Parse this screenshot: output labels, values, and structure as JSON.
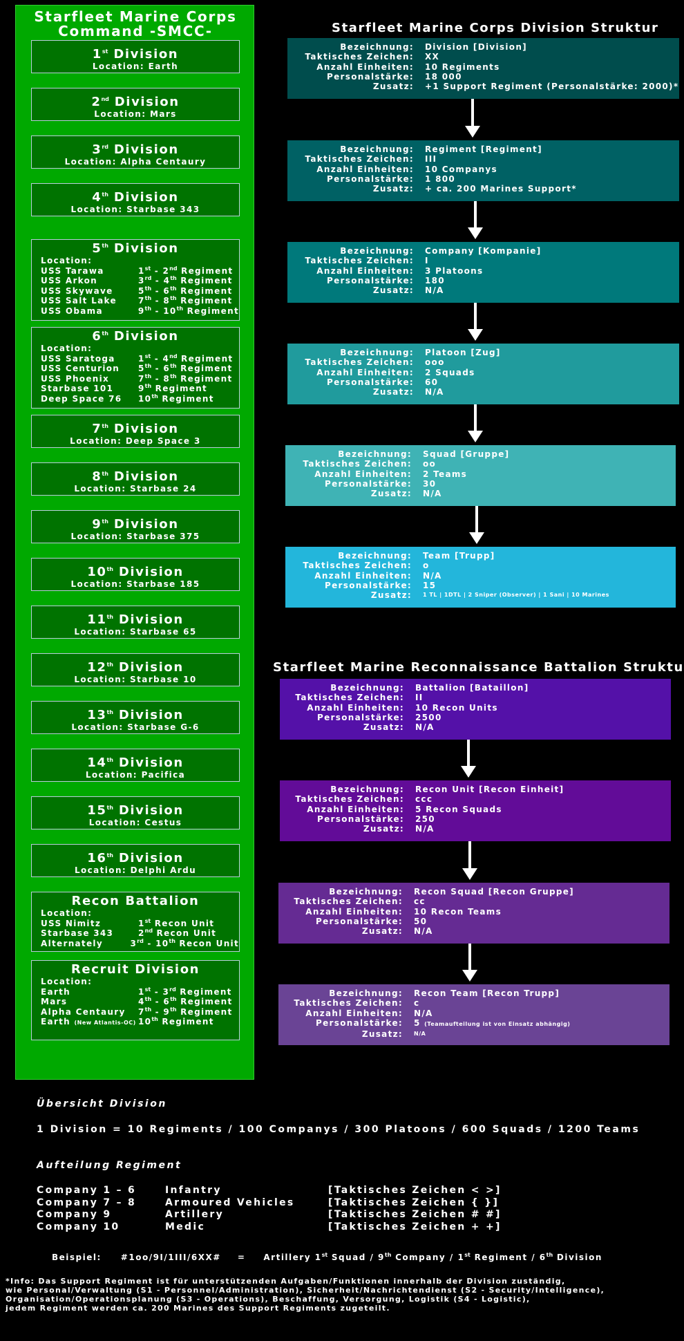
{
  "left": {
    "title_line1": "Starfleet Marine Corps",
    "title_line2": "Command -SMCC-",
    "divisions": [
      {
        "num": "1",
        "suf": "st",
        "word": "Division",
        "loc": "Location: Earth"
      },
      {
        "num": "2",
        "suf": "nd",
        "word": "Division",
        "loc": "Location: Mars"
      },
      {
        "num": "3",
        "suf": "rd",
        "word": "Division",
        "loc": "Location: Alpha Centaury"
      },
      {
        "num": "4",
        "suf": "th",
        "word": "Division",
        "loc": "Location: Starbase 343"
      },
      {
        "num": "7",
        "suf": "th",
        "word": "Division",
        "loc": "Location: Deep Space 3"
      },
      {
        "num": "8",
        "suf": "th",
        "word": "Division",
        "loc": "Location: Starbase 24"
      },
      {
        "num": "9",
        "suf": "th",
        "word": "Division",
        "loc": "Location: Starbase 375"
      },
      {
        "num": "10",
        "suf": "th",
        "word": "Division",
        "loc": "Location: Starbase 185"
      },
      {
        "num": "11",
        "suf": "th",
        "word": "Division",
        "loc": "Location: Starbase 65"
      },
      {
        "num": "12",
        "suf": "th",
        "word": "Division",
        "loc": "Location: Starbase 10"
      },
      {
        "num": "13",
        "suf": "th",
        "word": "Division",
        "loc": "Location: Starbase G-6"
      },
      {
        "num": "14",
        "suf": "th",
        "word": "Division",
        "loc": "Location: Pacifica"
      },
      {
        "num": "15",
        "suf": "th",
        "word": "Division",
        "loc": "Location: Cestus"
      },
      {
        "num": "16",
        "suf": "th",
        "word": "Division",
        "loc": "Location: Delphi Ardu"
      }
    ],
    "div5": {
      "num": "5",
      "suf": "th",
      "word": "Division",
      "loc_label": "Location:",
      "rows": [
        {
          "place": "USS Tarawa",
          "a": "1",
          "as": "st",
          "b": " - 2",
          "bs": "nd",
          "c": " Regiment"
        },
        {
          "place": "USS Arkon",
          "a": "3",
          "as": "rd",
          "b": " - 4",
          "bs": "th",
          "c": " Regiment"
        },
        {
          "place": "USS Skywave",
          "a": "5",
          "as": "th",
          "b": " - 6",
          "bs": "th",
          "c": " Regiment"
        },
        {
          "place": "USS Salt Lake",
          "a": "7",
          "as": "th",
          "b": " - 8",
          "bs": "th",
          "c": " Regiment"
        },
        {
          "place": "USS Obama",
          "a": "9",
          "as": "th",
          "b": " - 10",
          "bs": "th",
          "c": " Regiment"
        }
      ]
    },
    "div6": {
      "num": "6",
      "suf": "th",
      "word": "Division",
      "loc_label": "Location:",
      "rows": [
        {
          "place": "USS Saratoga",
          "a": "1",
          "as": "st",
          "b": " - 4",
          "bs": "nd",
          "c": " Regiment"
        },
        {
          "place": "USS Centurion",
          "a": "5",
          "as": "th",
          "b": " - 6",
          "bs": "th",
          "c": " Regiment"
        },
        {
          "place": "USS Phoenix",
          "a": "7",
          "as": "th",
          "b": " - 8",
          "bs": "th",
          "c": " Regiment"
        },
        {
          "place": "Starbase 101",
          "a": "9",
          "as": "th",
          "b": "",
          "bs": "",
          "c": " Regiment"
        },
        {
          "place": "Deep Space 76",
          "a": "10",
          "as": "th",
          "b": "",
          "bs": "",
          "c": " Regiment"
        }
      ]
    },
    "recon": {
      "title": "Recon Battalion",
      "loc_label": "Location:",
      "rows": [
        {
          "place": "USS Nimitz",
          "a": "1",
          "as": "st",
          "b": "",
          "bs": "",
          "c": " Recon Unit"
        },
        {
          "place": "Starbase 343",
          "a": "2",
          "as": "nd",
          "b": "",
          "bs": "",
          "c": " Recon Unit"
        },
        {
          "place": "Alternately",
          "a": "3",
          "as": "rd",
          "b": " - 10",
          "bs": "th",
          "c": " Recon Unit"
        }
      ]
    },
    "recruit": {
      "title": "Recruit Division",
      "loc_label": "Location:",
      "rows": [
        {
          "place": "Earth",
          "small": "",
          "a": "1",
          "as": "st",
          "b": " - 3",
          "bs": "rd",
          "c": " Regiment"
        },
        {
          "place": "Mars",
          "small": "",
          "a": "4",
          "as": "th",
          "b": " - 6",
          "bs": "th",
          "c": " Regiment"
        },
        {
          "place": "Alpha Centaury",
          "small": "",
          "a": "7",
          "as": "th",
          "b": " - 9",
          "bs": "th",
          "c": " Regiment"
        },
        {
          "place": "Earth ",
          "small": "(New Atlantis-OC)",
          "a": "10",
          "as": "th",
          "b": "",
          "bs": "",
          "c": " Regiment"
        }
      ]
    }
  },
  "labels": {
    "bez": "Bezeichnung:",
    "tak": "Taktisches Zeichen:",
    "anz": "Anzahl Einheiten:",
    "per": "Personalstärke:",
    "zus": "Zusatz:"
  },
  "smc": {
    "title": "Starfleet Marine Corps Division Struktur",
    "blocks": [
      {
        "bez": "Division [Division]",
        "tak": "XX",
        "anz": "10 Regiments",
        "per": "18 000",
        "zus": "+1 Support Regiment (Personalstärke: 2000)*",
        "color": "#004d4d"
      },
      {
        "bez": "Regiment [Regiment]",
        "tak": "III",
        "anz": "10 Companys",
        "per": "1 800",
        "zus": "+ ca. 200 Marines Support*",
        "color": "#006164"
      },
      {
        "bez": "Company [Kompanie]",
        "tak": "I",
        "anz": "3 Platoons",
        "per": "180",
        "zus": "N/A",
        "color": "#00797b"
      },
      {
        "bez": "Platoon [Zug]",
        "tak": "ooo",
        "anz": "2 Squads",
        "per": "60",
        "zus": "N/A",
        "color": "#209b9d"
      },
      {
        "bez": "Squad [Gruppe]",
        "tak": "oo",
        "anz": "2 Teams",
        "per": "30",
        "zus": "N/A",
        "color": "#3fb3b5"
      },
      {
        "bez": "Team [Trupp]",
        "tak": "o",
        "anz": "N/A",
        "per": "15",
        "zus": "1 TL | 1DTL | 2 Sniper (Observer) | 1 Sani | 10 Marines",
        "color": "#23b6db"
      }
    ]
  },
  "recon_struct": {
    "title": "Starfleet Marine Reconnaissance Battalion Struktur",
    "blocks": [
      {
        "bez": "Battalion [Bataillon]",
        "tak": "II",
        "anz": "10 Recon Units",
        "per": "2500",
        "zus": "N/A",
        "color": "#5411a8"
      },
      {
        "bez": "Recon Unit [Recon Einheit]",
        "tak": "ccc",
        "anz": "5 Recon Squads",
        "per": "250",
        "zus": "N/A",
        "color": "#620c98"
      },
      {
        "bez": "Recon Squad [Recon Gruppe]",
        "tak": "cc",
        "anz": "10 Recon Teams",
        "per": "50",
        "zus": "N/A",
        "color": "#652b93"
      },
      {
        "bez": "Recon Team [Recon Trupp]",
        "tak": "c",
        "anz": "N/A",
        "per": "5",
        "per_small": "(Teamaufteilung ist von Einsatz abhängig)",
        "zus": "N/A",
        "color": "#6a4495"
      }
    ]
  },
  "overview": {
    "heading": "Übersicht Division",
    "line": "1 Division = 10 Regiments / 100 Companys / 300 Platoons / 600 Squads / 1200 Teams"
  },
  "regiment": {
    "heading": "Aufteilung Regiment",
    "rows": [
      {
        "a": "Company 1 – 6",
        "b": "Infantry",
        "c": "[Taktisches Zeichen < >]"
      },
      {
        "a": "Company 7 – 8",
        "b": "Armoured Vehicles",
        "c": "[Taktisches Zeichen { }]"
      },
      {
        "a": "Company 9",
        "b": "Artillery",
        "c": "[Taktisches Zeichen # #]"
      },
      {
        "a": "Company 10",
        "b": "Medic",
        "c": "[Taktisches Zeichen + +]"
      }
    ]
  },
  "example": {
    "label": "Beispiel:",
    "code": "#1oo/9I/1III/6XX#",
    "eq": "=",
    "p1": "Artillery 1",
    "s1": "st",
    "p2": " Squad / 9",
    "s2": "th",
    "p3": " Company / 1",
    "s3": "st",
    "p4": " Regiment / 6",
    "s4": "th",
    "p5": " Division"
  },
  "info": {
    "l1": "*Info: Das Support Regiment ist für unterstützenden Aufgaben/Funktionen innerhalb der Division zuständig,",
    "l2": "wie Personal/Verwaltung (S1 - Personnel/Administration), Sicherheit/Nachrichtendienst (S2 - Security/Intelligence),",
    "l3": "Organisation/Operationsplanung (S3 - Operations), Beschaffung, Versorgung, Logistik (S4 - Logistic),",
    "l4": "jedem Regiment werden ca. 200 Marines des Support Regiments zugeteilt."
  }
}
